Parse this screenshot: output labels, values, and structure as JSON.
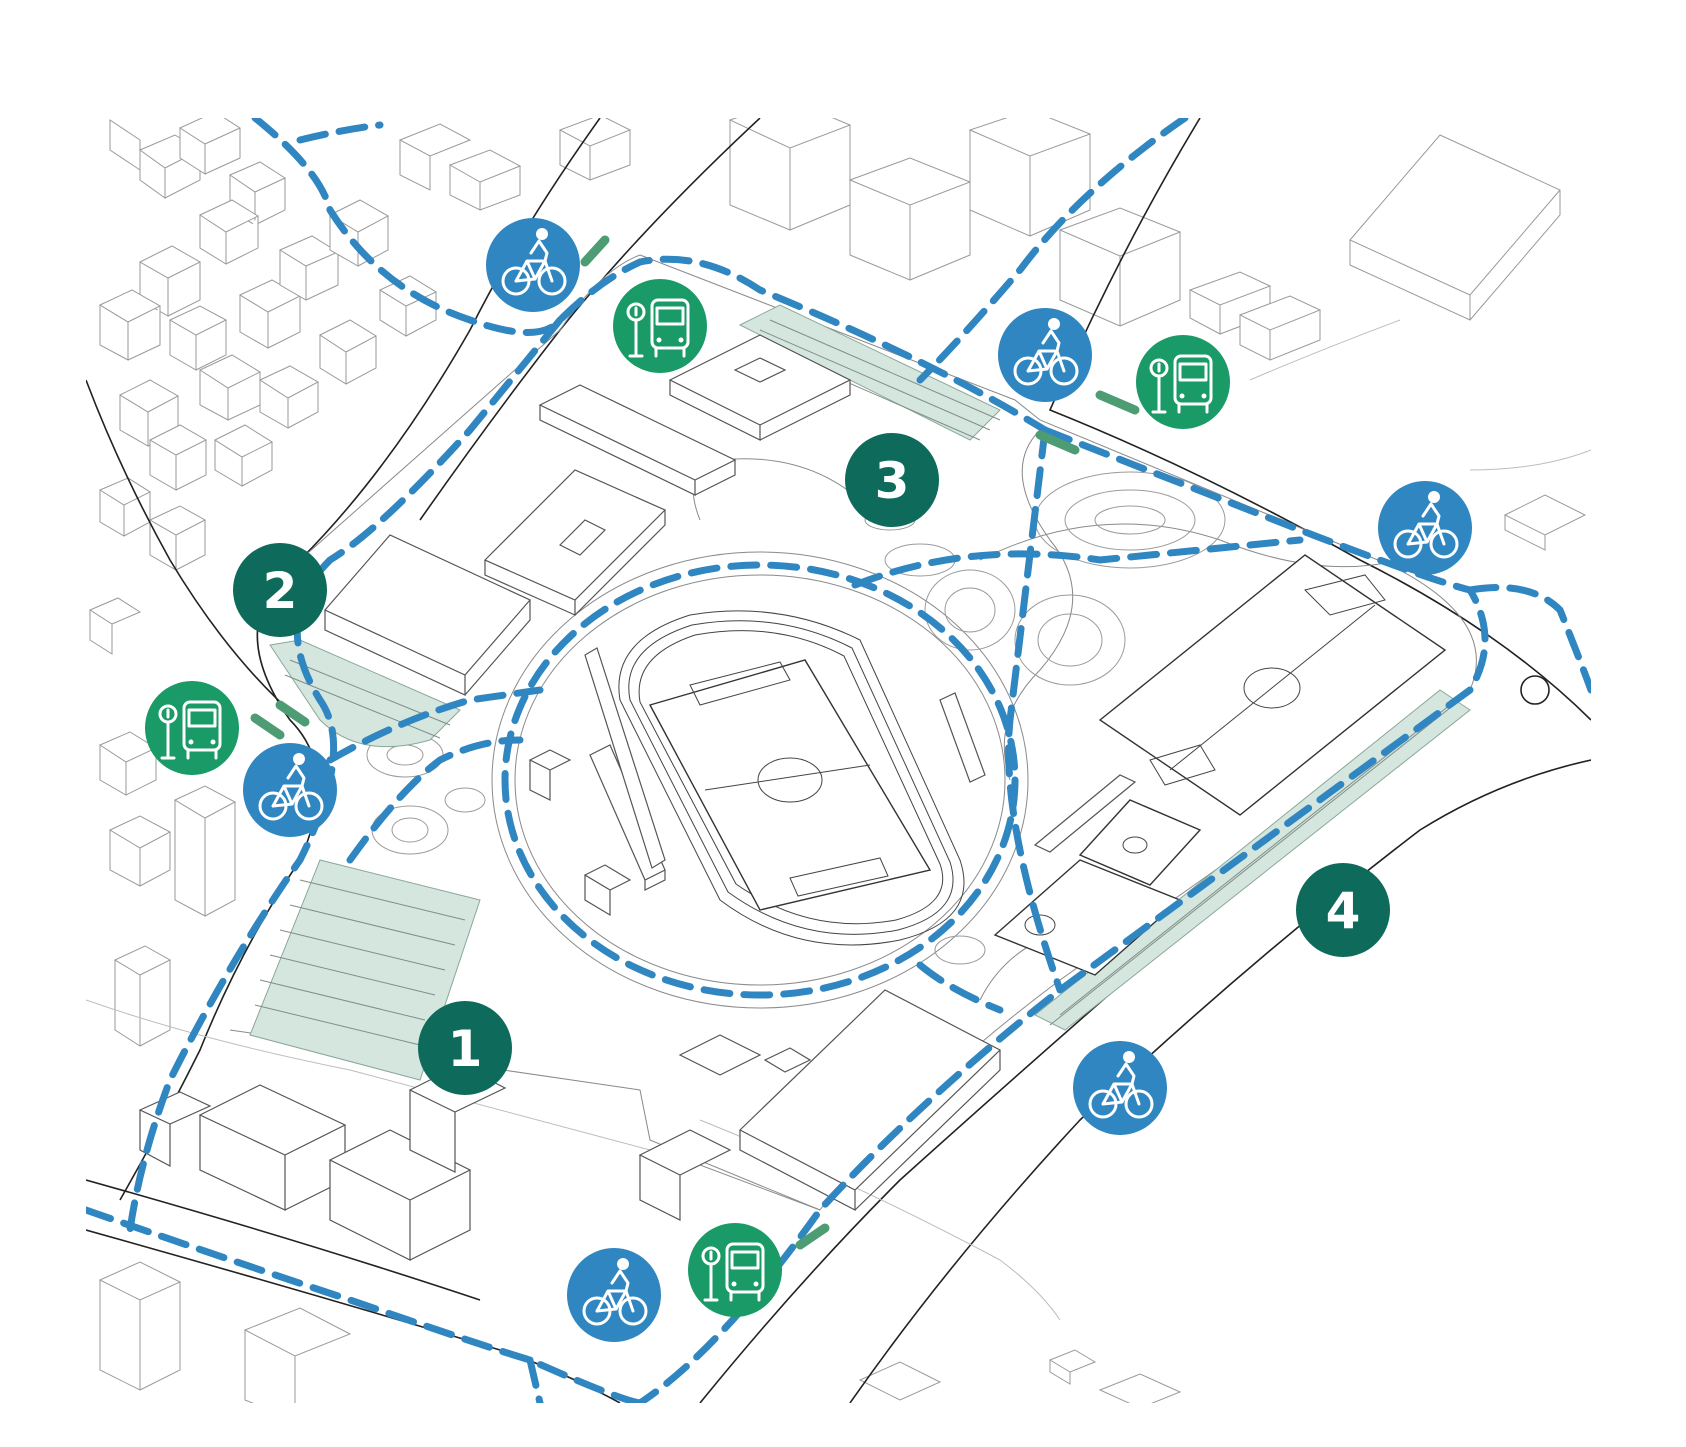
{
  "zones": [
    {
      "label": "1"
    },
    {
      "label": "2"
    },
    {
      "label": "3"
    },
    {
      "label": "4"
    }
  ],
  "icons": {
    "bike": "bicycle-icon",
    "bus": "bus-stop-icon"
  },
  "colors": {
    "zone_marker": "#0e6b5c",
    "bike_route": "#2f86c1",
    "bike_marker": "#2f86c1",
    "bus_marker": "#1a9a66",
    "bus_stop_bar": "#4e9c73",
    "parking": "#d5e6df"
  }
}
